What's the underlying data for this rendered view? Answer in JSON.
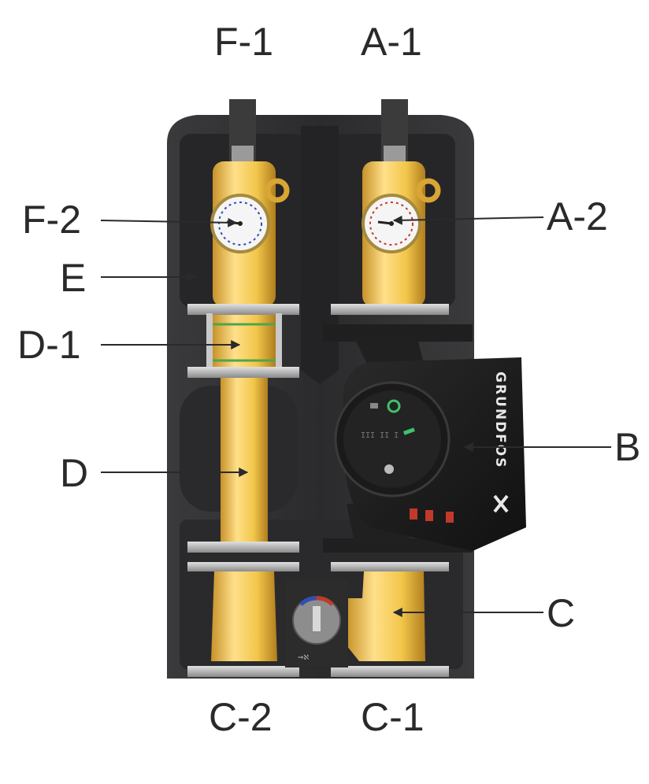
{
  "labels": {
    "F1": "F-1",
    "A1": "A-1",
    "F2": "F-2",
    "A2": "A-2",
    "E": "E",
    "D1": "D-1",
    "B": "B",
    "D": "D",
    "C": "C",
    "C2": "C-2",
    "C1": "C-1"
  },
  "pump_brand": "GRUNDFOS",
  "colors": {
    "housing": "#2f2f31",
    "brass": "#f2c64a",
    "pump": "#1c1c1c",
    "label": "#2a2a2a"
  }
}
